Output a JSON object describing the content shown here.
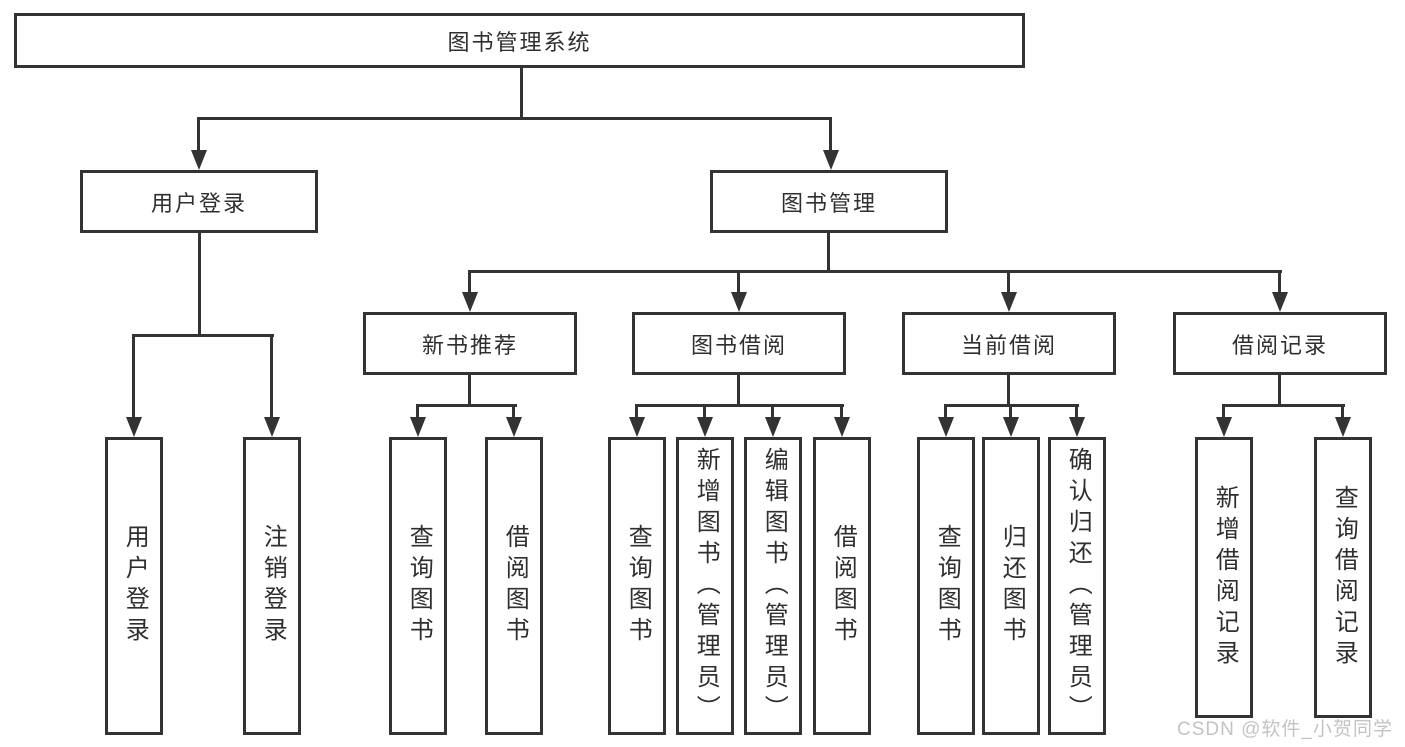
{
  "root": {
    "label": "图书管理系统"
  },
  "level2": {
    "user_login": {
      "label": "用户登录"
    },
    "book_mgmt": {
      "label": "图书管理"
    }
  },
  "level3": {
    "new_recommend": {
      "label": "新书推荐"
    },
    "book_borrow": {
      "label": "图书借阅"
    },
    "current_borrow": {
      "label": "当前借阅"
    },
    "borrow_records": {
      "label": "借阅记录"
    }
  },
  "level4": {
    "user_login": [
      "用户登录",
      "注销登录"
    ],
    "new_recommend": [
      "查询图书",
      "借阅图书"
    ],
    "book_borrow": [
      "查询图书",
      "新增图书（管理员）",
      "编辑图书（管理员）",
      "借阅图书"
    ],
    "current_borrow": [
      "查询图书",
      "归还图书",
      "确认归还（管理员）"
    ],
    "borrow_records": [
      "新增借阅记录",
      "查询借阅记录"
    ]
  },
  "watermark": {
    "text": "CSDN @软件_小贺同学"
  },
  "colors": {
    "line": "#333333",
    "text": "#2f2f2f",
    "box_background": "#ffffff",
    "watermark": "#c3c3c3",
    "background": "#ffffff"
  }
}
